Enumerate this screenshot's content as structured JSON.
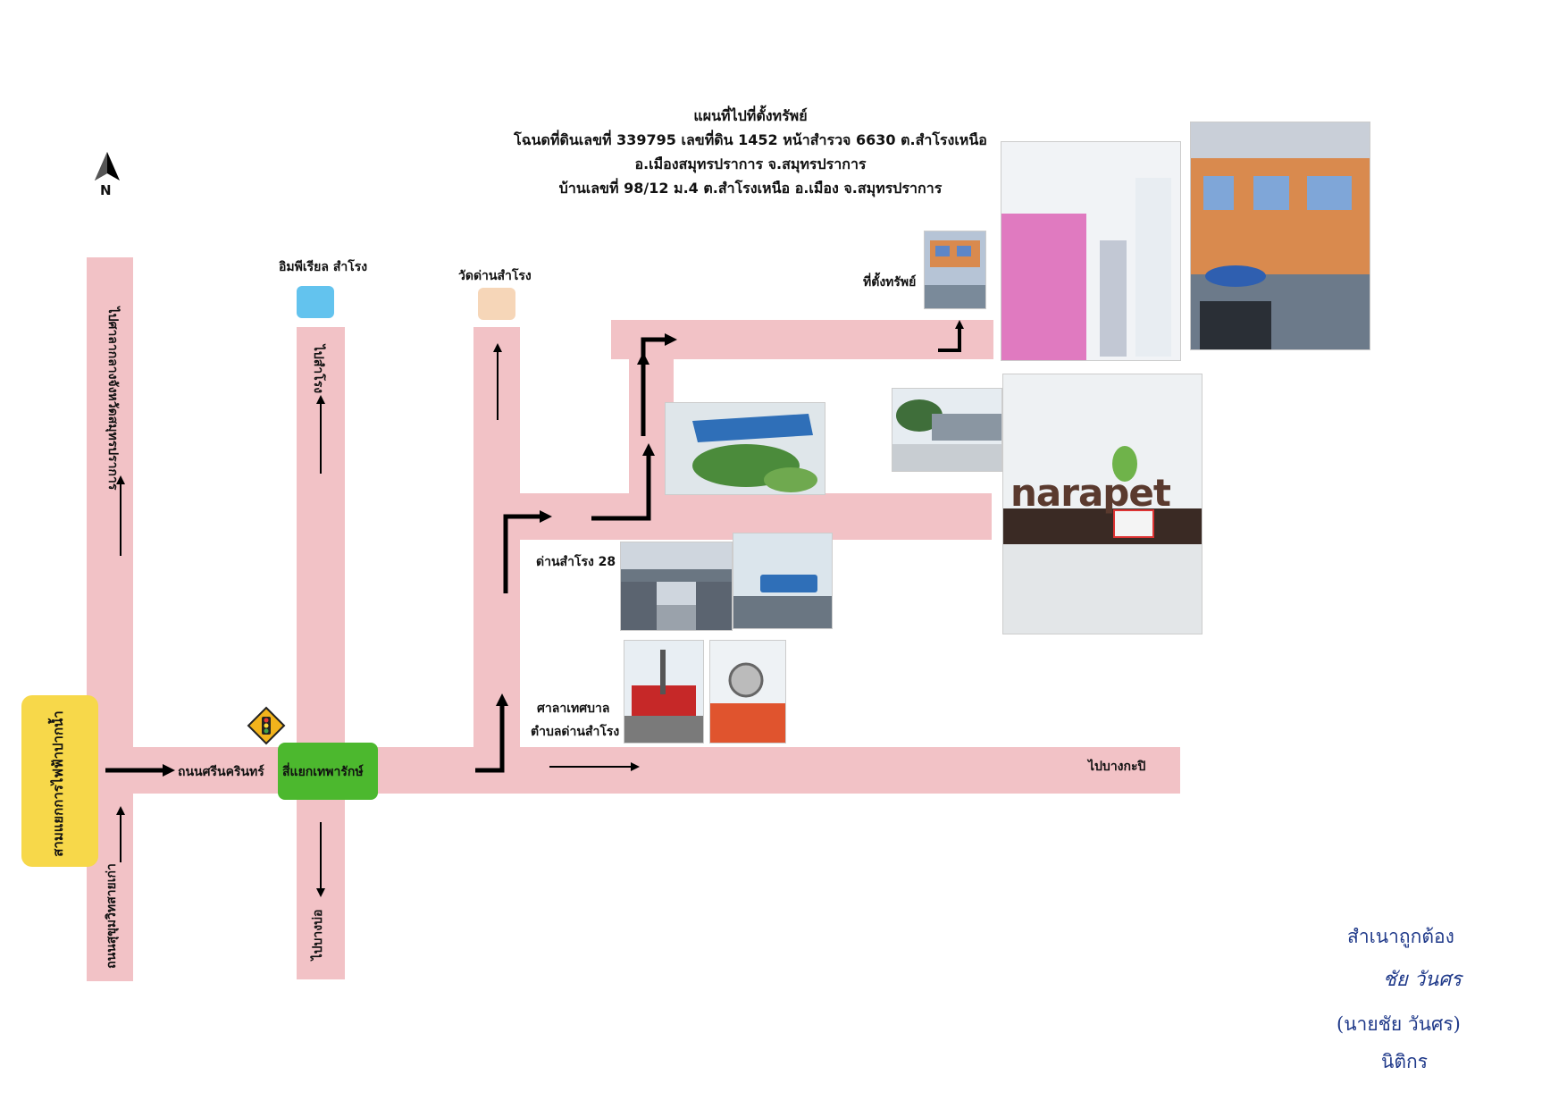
{
  "title": {
    "line1": "แผนที่ไปที่ตั้งทรัพย์",
    "line2": "โฉนดที่ดินเลขที่ 339795 เลขที่ดิน 1452 หน้าสำรวจ 6630 ต.สำโรงเหนือ",
    "line3": "อ.เมืองสมุทรปราการ จ.สมุทรปราการ",
    "line4": "บ้านเลขที่ 98/12  ม.4 ต.สำโรงเหนือ อ.เมือง จ.สมุทรปราการ"
  },
  "compass": {
    "letter": "N",
    "icon": "north-arrow-icon"
  },
  "labels": {
    "imperial": "อิมพีเรียล สำโรง",
    "wat": "วัดด่านสำโรง",
    "property": "ที่ตั้งทรัพย์",
    "dan_samrong_28": "ด่านสำโรง 28",
    "municipal_1": "ศาลาเทศบาล",
    "municipal_2": "ตำบลด่านสำโรง",
    "to_bangkapi": "ไปบางกะปิ",
    "srinakarin_road": "ถนนศรีนครินทร์",
    "thepharak_intersection": "สี่แยกเทพารักษ์",
    "power_intersection": "สามแยกการไฟฟ้าปากน้ำ",
    "to_provincial_hall": "ไปศาลากลางจังหวัดสมุทรปราการ",
    "old_sukhumvit": "ถนนสุขุมวิทสายเก่า",
    "to_samrong": "ไปสำโรง",
    "to_bangbo": "ไปบางบ่อ",
    "narapet_sign": "narapet"
  },
  "signature": {
    "certified": "สำเนาถูกต้อง",
    "handwritten": "ชัย  วันศร",
    "name": "(นายชัย   วันศร)",
    "role": "นิติกร"
  },
  "colors": {
    "road": "#f2c2c6",
    "power_box": "#f7d84a",
    "intersection_box": "#4cb82e",
    "imperial_marker": "#63c3ee",
    "wat_marker": "#f6d6b8",
    "traffic_sign": "#f2b31c",
    "arrow": "#000000",
    "signature_ink": "#203a8a"
  }
}
